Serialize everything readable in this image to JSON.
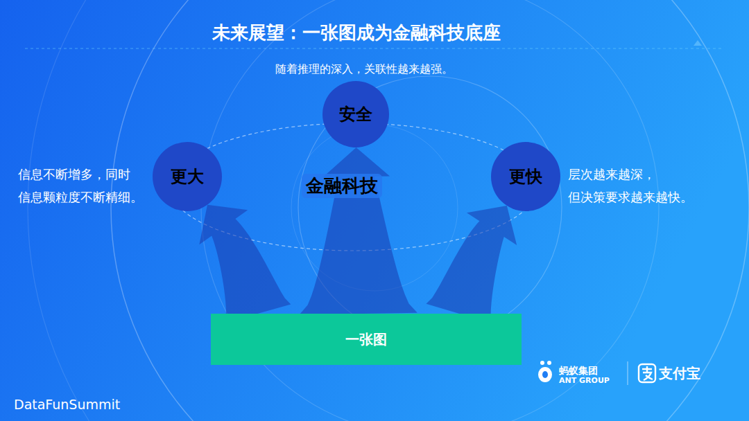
{
  "diagram": {
    "title": "未来展望：一张图成为金融科技底座",
    "nodes": [
      {
        "text": [
          "安全"
        ]
      },
      {
        "text": [
          "更大"
        ]
      },
      {
        "text": [
          "更快"
        ]
      },
      {
        "text": [
          "一张图"
        ]
      }
    ],
    "edges": [
      {
        "from": 3,
        "to": 1,
        "arrow": "to"
      },
      {
        "from": 3,
        "to": 0,
        "arrow": "to"
      },
      {
        "from": 3,
        "to": 2,
        "arrow": "to"
      }
    ],
    "labels": [
      "随着推理的深入，关联性越来越强。",
      "信息不断增多，同时 信息颗粒度不断精细。",
      "层次越来越深， 但决策要求越来越快。",
      "金融科技",
      "蚂蚁集团",
      "ANT GROUP",
      "支付宝",
      "DataFunSummit"
    ]
  }
}
